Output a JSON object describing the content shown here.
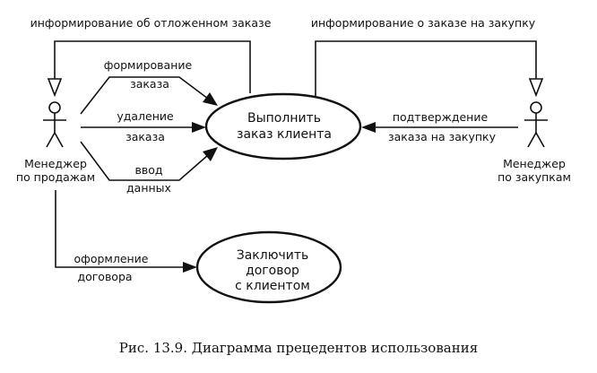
{
  "diagram": {
    "actors": {
      "sales_manager": [
        "Менеджер",
        "по продажам"
      ],
      "purchase_manager": [
        "Менеджер",
        "по закупкам"
      ]
    },
    "use_cases": {
      "fulfill_order": [
        "Выполнить",
        "заказ клиента"
      ],
      "sign_contract": [
        "Заключить",
        "договор",
        "с клиентом"
      ]
    },
    "associations": {
      "postponed_info": "информирование об отложенном заказе",
      "purchase_info": "информирование о заказе на закупку",
      "form_order": [
        "формирование",
        "заказа"
      ],
      "delete_order": [
        "удаление",
        "заказа"
      ],
      "enter_data": [
        "ввод",
        "данных"
      ],
      "confirm_purchase": [
        "подтверждение",
        "заказа на закупку"
      ],
      "make_contract": [
        "оформление",
        "договора"
      ]
    },
    "caption": "Рис. 13.9. Диаграмма прецедентов использования"
  }
}
